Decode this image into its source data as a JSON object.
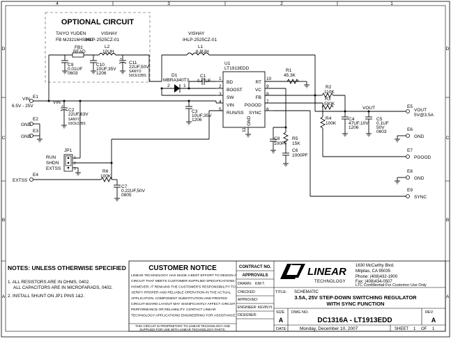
{
  "border": {
    "cols": [
      "D",
      "C",
      "B",
      "A",
      "4",
      "3",
      "2",
      "1"
    ]
  },
  "optional_circuit": {
    "title": "OPTIONAL CIRCUIT",
    "mfr1": "TAIYO YUDEN",
    "mfr1_part": "FB  MJ3216HS800",
    "mfr2": "VISHAY",
    "mfr2_part": "IHLP-2525CZ-01"
  },
  "parts": {
    "FB1": [
      "FB1",
      "BEAD"
    ],
    "L2": [
      "L2",
      "10UH"
    ],
    "C9": [
      "C9",
      "0.01UF",
      "0603"
    ],
    "C10": [
      "C10",
      "10UF,35V",
      "1206"
    ],
    "C11": [
      "C11",
      "22UF,50V",
      "SANYO",
      "50CE22BS"
    ],
    "L1hdr": [
      "VISHAY",
      "IHLP-2525CZ-01"
    ],
    "L1": [
      "L1",
      "6.8UH"
    ],
    "D1": [
      "D1",
      "MBRA340T3"
    ],
    "C1": [
      "C1",
      "0.47UF"
    ],
    "U1": [
      "U1",
      "LT1913EDD"
    ],
    "R1": [
      "R1",
      "45.3K"
    ],
    "R2": [
      "R2",
      "110K"
    ],
    "R3": [
      "R3",
      "590K"
    ],
    "R4": [
      "R4",
      "100K"
    ],
    "C2": [
      "C2",
      "22UF,63V",
      "SANYO",
      "63CE22BS"
    ],
    "C3": [
      "C3",
      "10UF,35V",
      "1206"
    ],
    "C4": [
      "C4",
      "47UF,10V",
      "1206"
    ],
    "C5": [
      "C5",
      "0.1UF",
      "50V",
      "0603"
    ],
    "C8": [
      "C8",
      "100PF"
    ],
    "R5": [
      "R5",
      "15K"
    ],
    "C6": [
      "C6",
      "1000PF"
    ],
    "R6": [
      "R6",
      "100K"
    ],
    "C7": [
      "C7",
      "0.22UF,50V",
      "0805"
    ],
    "JP1": [
      "JP1"
    ]
  },
  "pins_left": [
    [
      "BD",
      "1"
    ],
    [
      "BOOST",
      "2"
    ],
    [
      "SW",
      "3"
    ],
    [
      "VIN",
      "4"
    ],
    [
      "RUN/SS",
      "5"
    ]
  ],
  "pins_right": [
    [
      "RT",
      "10"
    ],
    [
      "VC",
      "9"
    ],
    [
      "FB",
      "8"
    ],
    [
      "PGOOD",
      "7"
    ],
    [
      "SYNC",
      "6"
    ]
  ],
  "pin_gnd": [
    "GND",
    "11"
  ],
  "pin_d1": [
    "2",
    "1"
  ],
  "jumper": {
    "run": "RUN",
    "shdn": "SHDN",
    "extss": "EXTSS",
    "pins": [
      "1",
      "2",
      "3"
    ]
  },
  "nets": {
    "vin": "VIN",
    "vout": "VOUT"
  },
  "terminals": {
    "E1": [
      "E1",
      "VIN",
      "6.5V - 25V"
    ],
    "E2": [
      "E2",
      "GND"
    ],
    "E3": [
      "E3",
      "GND"
    ],
    "E4": [
      "E4",
      "EXTSS"
    ],
    "E5": [
      "E5",
      "VOUT",
      "5V@3.5A"
    ],
    "E6": [
      "E6",
      "GND"
    ],
    "E7": [
      "E7",
      "PGOOD"
    ],
    "E8": [
      "E8",
      "GND"
    ],
    "E9": [
      "E9",
      "SYNC"
    ]
  },
  "notes": {
    "title": "NOTES:  UNLESS OTHERWISE SPECIFIED",
    "n1a": "1.  ALL RESISTORS ARE IN OHMS, 0402.",
    "n1b": "ALL CAPACITORS ARE IN MICROFARADS, 0402.",
    "n2": "2.  INSTALL SHUNT ON JP1 PINS 1&2."
  },
  "notice": {
    "title": "CUSTOMER NOTICE",
    "lines": [
      "LINEAR TECHNOLOGY HAS MADE A BEST EFFORT TO DESIGN A",
      "CIRCUIT THAT MEETS CUSTOMER-SUPPLIED SPECIFICATIONS;",
      "HOWEVER, IT REMAINS THE CUSTOMER'S RESPONSIBILITY TO",
      "VERIFY PROPER AND RELIABLE OPERATION IN THE ACTUAL",
      "APPLICATION.  COMPONENT SUBSTITUTION AND PRINTED",
      "CIRCUIT BOARD LAYOUT MAY SIGNIFICANTLY AFFECT CIRCUIT",
      "PERFORMANCE OR RELIABILITY.  CONTACT LINEAR",
      "TECHNOLOGY APPLICATIONS ENGINEERING FOR ASSISTANCE."
    ],
    "prop1": "THIS CIRCUIT IS PROPRIETARY TO LINEAR TECHNOLOGY AND",
    "prop2": "SUPPLIED FOR USE WITH LINEAR TECHNOLOGY PARTS."
  },
  "approvals": {
    "contract": "CONTRACT NO.",
    "approvals": "APPROVALS",
    "drawn": "DRAWN:",
    "drawn_val": "KIM T.",
    "checked": "CHECKED:",
    "approved": "APPROVED:",
    "engineer": "ENGINEER: KEVIN H.",
    "designer": "DESIGNER:"
  },
  "company": {
    "logo": "LINEAR",
    "logo_sub": "TECHNOLOGY",
    "address": [
      "1630 McCarthy Blvd.",
      "Milpitas, CA 95035",
      "Phone: (408)432-1900",
      "Fax: (408)434-0507"
    ],
    "confidential": "LTC Confidential-For Customer Use Only"
  },
  "title_block": {
    "title_label": "TITLE:",
    "schematic": "SCHEMATIC",
    "line1": "3.5A, 25V STEP-DOWN SWITCHING REGULATOR",
    "line2": "WITH SYNC FUNCTION",
    "size_label": "SIZE",
    "size": "A",
    "dwg_label": "DWG NO.",
    "dwg": "DC1316A - LT1913EDD",
    "rev_label": "REV",
    "rev": "A",
    "date_label": "DATE:",
    "date": "Monday, December 10, 2007",
    "sheet": "SHEET",
    "sheet_n": "1",
    "of": "OF",
    "sheet_total": "1"
  }
}
